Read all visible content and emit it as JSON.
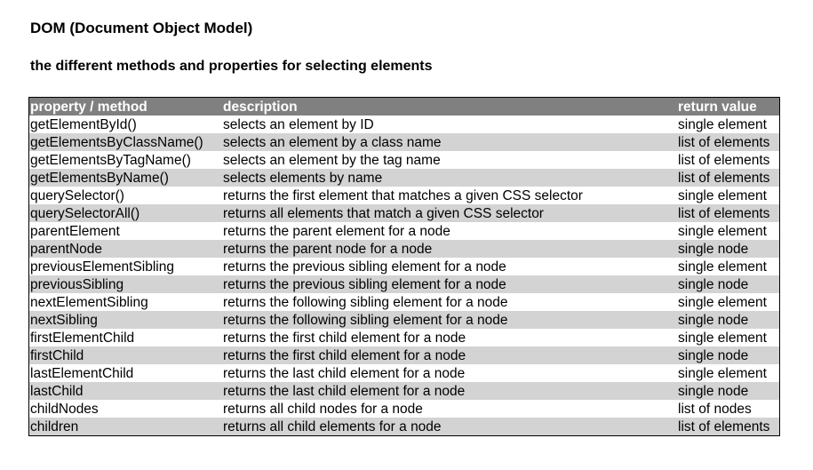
{
  "header": {
    "title": "DOM (Document Object Model)",
    "subtitle": "the different methods and properties for selecting elements"
  },
  "table": {
    "columns": [
      "property / method",
      "description",
      "return value"
    ],
    "rows": [
      [
        "getElementById()",
        "selects an element by ID",
        "single element"
      ],
      [
        "getElementsByClassName()",
        "selects an element by a class name",
        "list of elements"
      ],
      [
        "getElementsByTagName()",
        "selects an element by the tag name",
        "list of elements"
      ],
      [
        "getElementsByName()",
        "selects elements by name",
        "list of elements"
      ],
      [
        "querySelector()",
        "returns the first element that matches a given CSS selector",
        "single element"
      ],
      [
        "querySelectorAll()",
        "returns all elements that match a given CSS selector",
        "list of elements"
      ],
      [
        "parentElement",
        "returns the parent element for a node",
        "single element"
      ],
      [
        "parentNode",
        "returns the parent node for a node",
        "single node"
      ],
      [
        "previousElementSibling",
        "returns the previous sibling element for a node",
        "single element"
      ],
      [
        "previousSibling",
        "returns the previous sibling element for a node",
        "single node"
      ],
      [
        "nextElementSibling",
        "returns the following sibling element for a node",
        "single element"
      ],
      [
        "nextSibling",
        "returns the following sibling element for a node",
        "single node"
      ],
      [
        "firstElementChild",
        "returns the first child element for a node",
        "single element"
      ],
      [
        "firstChild",
        "returns the first child element for a node",
        "single node"
      ],
      [
        "lastElementChild",
        "returns the last child element for a node",
        "single element"
      ],
      [
        "lastChild",
        "returns the last child element for a node",
        "single node"
      ],
      [
        "childNodes",
        "returns all child nodes for a node",
        "list of nodes"
      ],
      [
        "children",
        "returns all child elements for a node",
        "list of elements"
      ]
    ]
  },
  "colors": {
    "header_bg": "#808080",
    "header_text": "#ffffff",
    "stripe_bg": "#d3d3d3"
  }
}
